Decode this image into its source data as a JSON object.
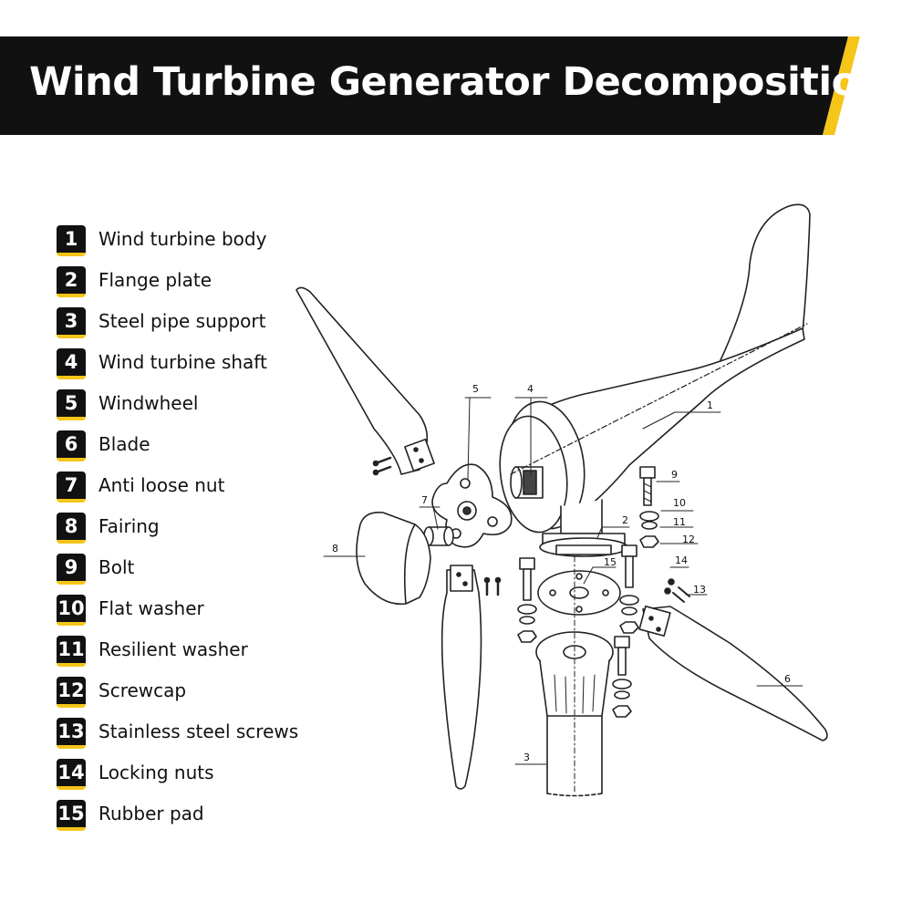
{
  "header": {
    "title": "Wind Turbine Generator Decomposition"
  },
  "colors": {
    "banner": "#111111",
    "accent": "#f5c518"
  },
  "legend": [
    {
      "num": "1",
      "label": "Wind turbine body"
    },
    {
      "num": "2",
      "label": "Flange plate"
    },
    {
      "num": "3",
      "label": "Steel pipe support"
    },
    {
      "num": "4",
      "label": "Wind turbine shaft"
    },
    {
      "num": "5",
      "label": "Windwheel"
    },
    {
      "num": "6",
      "label": "Blade"
    },
    {
      "num": "7",
      "label": "Anti loose nut"
    },
    {
      "num": "8",
      "label": "Fairing"
    },
    {
      "num": "9",
      "label": "Bolt"
    },
    {
      "num": "10",
      "label": "Flat washer"
    },
    {
      "num": "11",
      "label": "Resilient washer"
    },
    {
      "num": "12",
      "label": "Screwcap"
    },
    {
      "num": "13",
      "label": "Stainless steel screws"
    },
    {
      "num": "14",
      "label": "Locking nuts"
    },
    {
      "num": "15",
      "label": "Rubber pad"
    }
  ],
  "callouts": [
    "1",
    "2",
    "3",
    "4",
    "5",
    "6",
    "7",
    "8",
    "9",
    "10",
    "11",
    "12",
    "13",
    "14",
    "15"
  ]
}
